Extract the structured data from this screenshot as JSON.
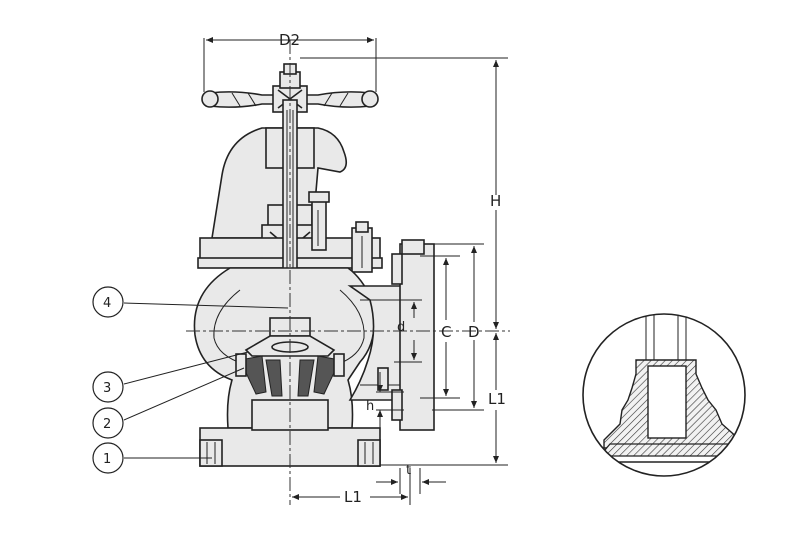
{
  "dimensions": {
    "d2": "D2",
    "h": "H",
    "c": "C",
    "d_big": "D",
    "d_small": "d",
    "l1_right": "L1",
    "l1_bottom": "L1",
    "h_small": "h",
    "t": "t"
  },
  "callouts": [
    "4",
    "3",
    "2",
    "1"
  ]
}
